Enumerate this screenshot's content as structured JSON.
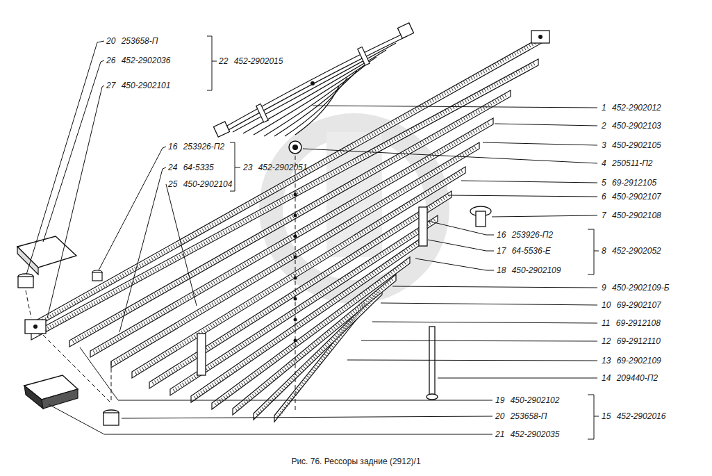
{
  "diagram": {
    "caption": "Рис. 76. Рессоры задние (2912)/1",
    "labels": [
      "20 253658-П",
      "26 452-2902036",
      "27 450-2902101",
      "22 452-2902015",
      "16 253926-П2",
      "24 64-5335",
      "23 452-2902051",
      "25 450-2902104",
      "1 452-2902012",
      "2 450-2902103",
      "3 450-2902105",
      "4 250511-П2",
      "5 69-2912105",
      "6 450-2902107",
      "7 450-2902108",
      "16 253926-П2",
      "17 64-5536-Е",
      "8 452-2902052",
      "18 450-2902109",
      "9 450-2902109-Б",
      "10 69-2902107",
      "11 69-2912108",
      "12 69-2912110",
      "13 69-2902109",
      "14 209440-П2",
      "19 450-2902102",
      "20 253658-П",
      "15 452-2902016",
      "21 452-2902035"
    ]
  }
}
